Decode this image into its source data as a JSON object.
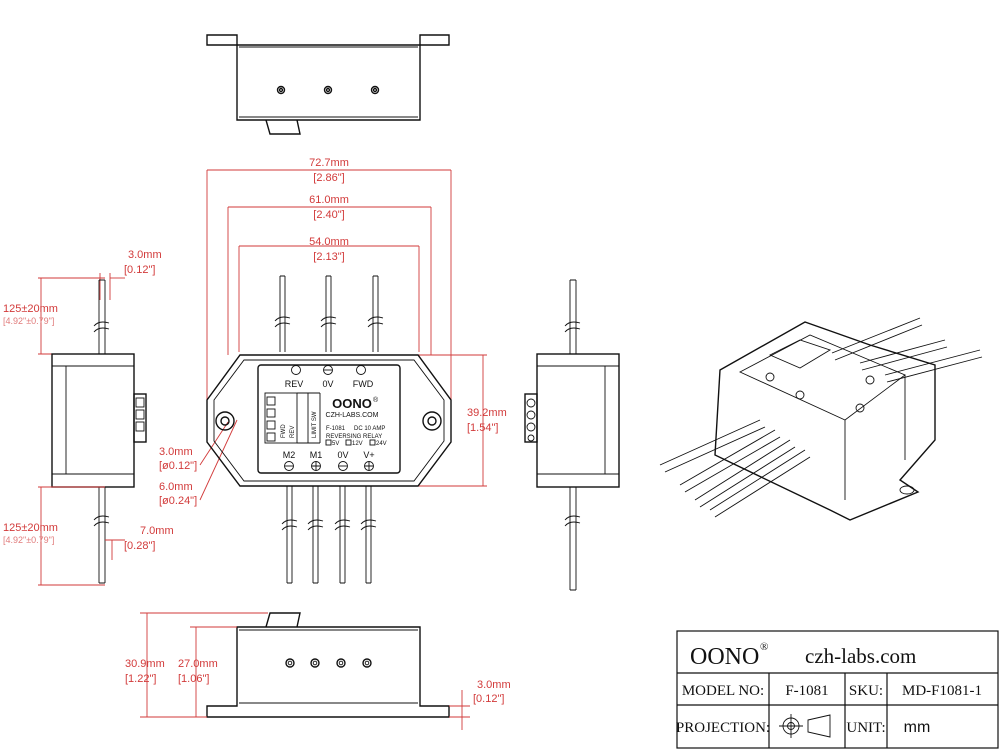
{
  "dimensions": {
    "overall_width_mm": "72.7mm",
    "overall_width_in": "[2.86\"]",
    "body_width_mm": "61.0mm",
    "body_width_in": "[2.40\"]",
    "wire_span_mm": "54.0mm",
    "wire_span_in": "[2.13\"]",
    "flange_thk_top_mm": "3.0mm",
    "flange_thk_top_in": "[0.12\"]",
    "lead_len_top_mm": "125±20mm",
    "lead_len_top_in": "[4.92\"±0.79\"]",
    "lead_len_bot_mm": "125±20mm",
    "lead_len_bot_in": "[4.92\"±0.79\"]",
    "height_mm": "39.2mm",
    "height_in": "[1.54\"]",
    "hole_small_mm": "3.0mm",
    "hole_small_in": "[ø0.12\"]",
    "hole_large_mm": "6.0mm",
    "hole_large_in": "[ø0.24\"]",
    "wire_gap_mm": "7.0mm",
    "wire_gap_in": "[0.28\"]",
    "total_height_mm": "30.9mm",
    "total_height_in": "[1.22\"]",
    "body_height_mm": "27.0mm",
    "body_height_in": "[1.06\"]",
    "flange_thk_bot_mm": "3.0mm",
    "flange_thk_bot_in": "[0.12\"]"
  },
  "device_labels": {
    "top_rev": "REV",
    "top_0v": "0V",
    "top_fwd": "FWD",
    "brand": "OONO",
    "brand_mark": "®",
    "site": "CZH-LABS.COM",
    "model": "F-1081",
    "rating": "DC 10 AMP",
    "type": "REVERSING RELAY",
    "volt_5": "5V",
    "volt_12": "12V",
    "volt_24": "24V",
    "limit_sw": "LIMIT SW",
    "rev_col": "REV",
    "fwd_col": "FWD",
    "bot_m2": "M2",
    "bot_m1": "M1",
    "bot_0v": "0V",
    "bot_vplus": "V+"
  },
  "title_block": {
    "brand": "OONO",
    "brand_mark": "®",
    "website": "czh-labs.com",
    "model_label": "MODEL NO:",
    "model_value": "F-1081",
    "sku_label": "SKU:",
    "sku_value": "MD-F1081-1",
    "projection_label": "PROJECTION:",
    "unit_label": "UNIT:",
    "unit_value": "mm"
  },
  "colors": {
    "dimension": "#d23a3a",
    "outline": "#111111"
  }
}
